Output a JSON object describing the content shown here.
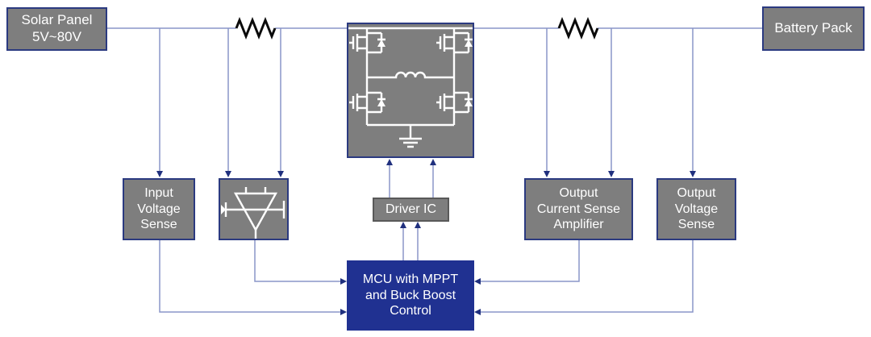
{
  "diagram": {
    "description": "Solar MPPT buck-boost battery charger block diagram",
    "nodes": {
      "solar_panel": {
        "label": "Solar Panel\n5V~80V"
      },
      "battery_pack": {
        "label": "Battery Pack"
      },
      "power_stage": {
        "icon": "buck-boost-hbridge-circuit",
        "parts": [
          "mosfet",
          "mosfet",
          "mosfet",
          "mosfet",
          "inductor",
          "ground"
        ]
      },
      "input_voltage_sense": {
        "label": "Input\nVoltage\nSense"
      },
      "input_current_amplifier": {
        "icon": "current-sense-amplifier"
      },
      "driver_ic": {
        "label": "Driver IC"
      },
      "output_current_sense_amplifier": {
        "label": "Output\nCurrent Sense\nAmplifier"
      },
      "output_voltage_sense": {
        "label": "Output\nVoltage\nSense"
      },
      "mcu": {
        "label": "MCU with MPPT\nand Buck Boost\nControl"
      }
    },
    "symbols": {
      "shunt_resistors": 2
    },
    "colors": {
      "background": "#ffffff",
      "box_fill": "#7e7e7e",
      "box_border": "#2b3a80",
      "driver_border": "#595959",
      "mcu_fill": "#203191",
      "wire": "#8a96c8",
      "arrow": "#20307e",
      "resistor": "#0a0a0a",
      "circuit_stroke": "#ffffff",
      "label_text": "#ffffff"
    }
  }
}
